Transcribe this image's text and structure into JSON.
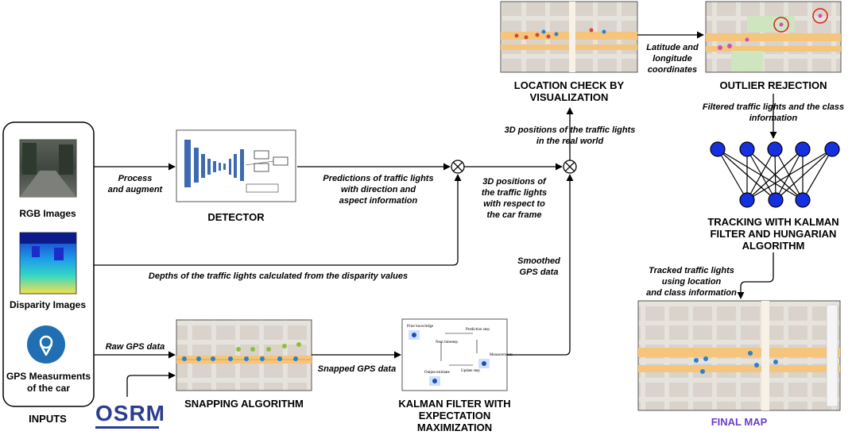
{
  "inputs": {
    "title": "INPUTS",
    "rgb_label": "RGB Images",
    "disparity_label": "Disparity Images",
    "gps_label_line1": "GPS Measurments",
    "gps_label_line2": "of the car",
    "osrm_logo": "OSRM"
  },
  "blocks": {
    "detector": "DETECTOR",
    "snapping": "SNAPPING ALGORITHM",
    "kalman_em_1": "KALMAN FILTER WITH",
    "kalman_em_2": "EXPECTATION",
    "kalman_em_3": "MAXIMIZATION",
    "location_check_1": "LOCATION CHECK BY",
    "location_check_2": "VISUALIZATION",
    "outlier": "OUTLIER REJECTION",
    "tracking_1": "TRACKING WITH KALMAN",
    "tracking_2": "FILTER AND HUNGARIAN",
    "tracking_3": "ALGORITHM",
    "final_map": "FINAL MAP"
  },
  "edges": {
    "process_1": "Process",
    "process_2": "and augment",
    "predictions_1": "Predictions of traffic lights",
    "predictions_2": "with direction and",
    "predictions_3": "aspect information",
    "depths": "Depths of the traffic lights calculated from the disparity values",
    "raw_gps": "Raw GPS data",
    "snapped_gps": "Snapped GPS data",
    "smoothed_1": "Smoothed",
    "smoothed_2": "GPS data",
    "pos3d_car_1": "3D positions of",
    "pos3d_car_2": "the traffic lights",
    "pos3d_car_3": "with respect to",
    "pos3d_car_4": "the car frame",
    "pos3d_world_1": "3D positions of the traffic lights",
    "pos3d_world_2": "in the real world",
    "latlon_1": "Latitude and",
    "latlon_2": "longitude",
    "latlon_3": "coordinates",
    "filtered_1": "Filtered traffic lights and the class",
    "filtered_2": "information",
    "tracked_1": "Tracked traffic lights",
    "tracked_2": "using location",
    "tracked_3": "and class information"
  },
  "colors": {
    "final_map_title": "#6a3ec9",
    "node_fill": "#1530e0",
    "gps_icon": "#1f6fb2"
  }
}
